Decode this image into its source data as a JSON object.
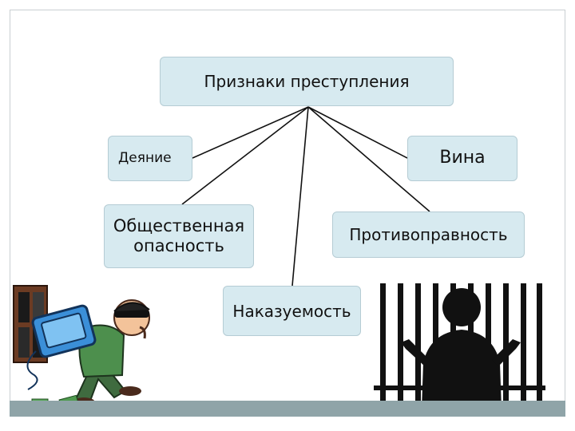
{
  "diagram": {
    "root": "Признаки преступления",
    "children": {
      "act": "Деяние",
      "guilt": "Вина",
      "public_danger": "Общественная опасность",
      "illegality": "Противоправность",
      "punishability": "Наказуемость"
    }
  },
  "colors": {
    "box_fill": "#d7eaf0",
    "box_border": "#b5ccd4",
    "connector": "#111111",
    "bottom_bar": "#8fa4a8"
  },
  "illustrations": {
    "left": "thief-illustration",
    "right": "prisoner-behind-bars-illustration"
  }
}
